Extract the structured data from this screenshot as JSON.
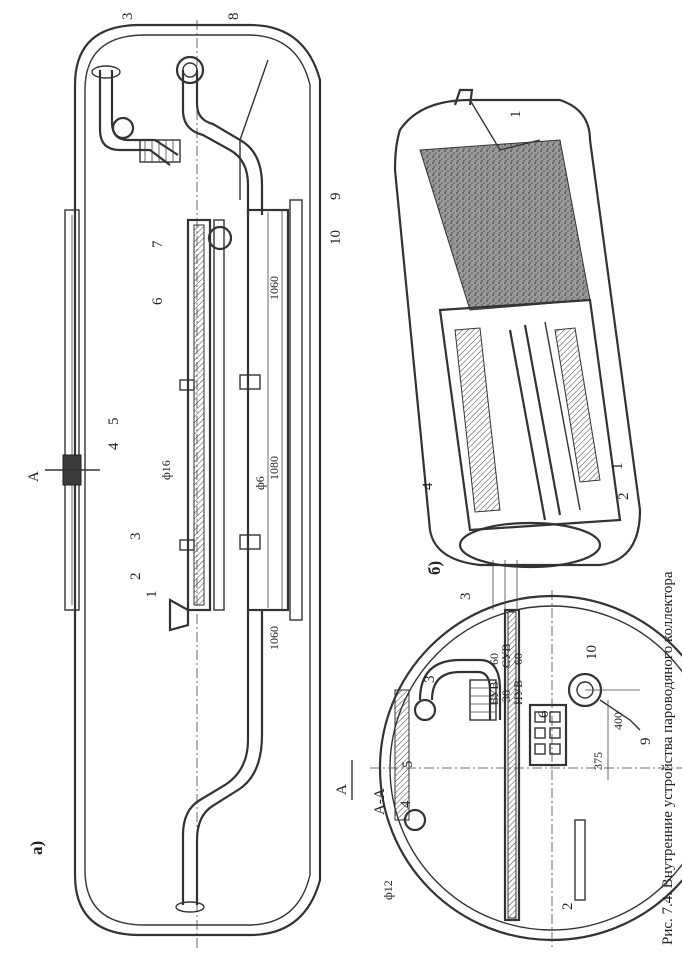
{
  "caption": "Рис. 7.4. Внутренние устройства пароводяного коллектора",
  "figure_a": {
    "tag": "а)",
    "callouts": [
      "1",
      "2",
      "3",
      "4",
      "5",
      "6",
      "7",
      "8",
      "9",
      "10"
    ],
    "section_mark": "А",
    "dimensions": [
      "1060",
      "1080",
      "1060"
    ],
    "diameters": [
      "ф16",
      "ф6"
    ]
  },
  "figure_b": {
    "tag": "б)",
    "callouts": [
      "1",
      "2",
      "3",
      "4"
    ]
  },
  "section_aa": {
    "title": "А-А",
    "section_mark": "А",
    "diameter": "ф12",
    "dimensions": [
      "375",
      "400"
    ],
    "levels": [
      "ВУВ",
      "СУВ",
      "НУВ"
    ],
    "level_offsets": [
      "60",
      "60",
      "30"
    ],
    "callouts": [
      "2",
      "3",
      "4",
      "5",
      "6",
      "9",
      "10"
    ]
  }
}
